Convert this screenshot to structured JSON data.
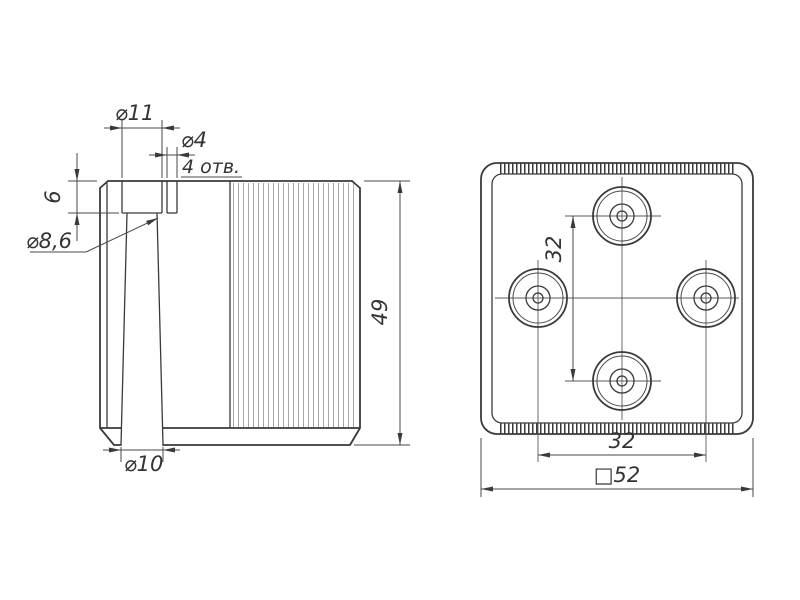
{
  "drawing": {
    "background": "#ffffff",
    "line_color": "#3a3a3a",
    "rib_color": "#a8a8a8",
    "side_view": {
      "dim_counterbore": "⌀11",
      "dim_small_hole": "⌀4",
      "dim_small_hole_note": "4 отв.",
      "dim_depth": "6",
      "dim_taper": "⌀8,6",
      "dim_height": "49",
      "dim_exit_hole": "⌀10"
    },
    "top_view": {
      "dim_pitch_vertical": "32",
      "dim_pitch_horizontal": "32",
      "dim_square": "□52"
    }
  }
}
